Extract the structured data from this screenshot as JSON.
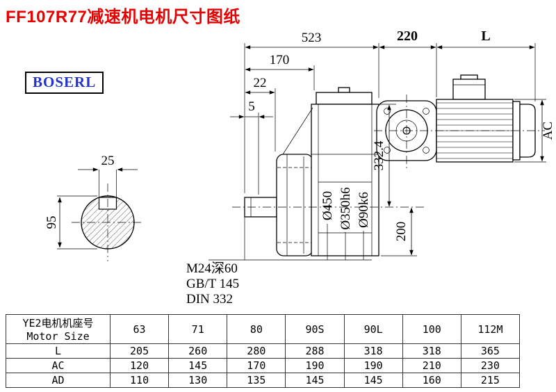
{
  "page": {
    "title": "FF107R77减速机电机尺寸图纸",
    "brand": "BOSERL"
  },
  "drawing": {
    "labels": {
      "len_total": "523",
      "len_adapter": "220",
      "len_motor": "L",
      "len_170": "170",
      "len_22": "22",
      "len_5": "5",
      "height_332": "332.4",
      "height_200": "200",
      "dia_flange": "Ø450",
      "dia_spigot": "Ø350h6",
      "dia_shaft": "Ø90k6",
      "motor_height": "AC",
      "key_width": "25",
      "shaft_key_height": "95",
      "tap_hole": "M24深60",
      "standard_1": "GB/T 145",
      "standard_2": "DIN 332"
    }
  },
  "table": {
    "header_cn": "YE2电机机座号",
    "header_en": "Motor Size",
    "sizes": [
      "63",
      "71",
      "80",
      "90S",
      "90L",
      "100",
      "112M"
    ],
    "rows": [
      {
        "label": "L",
        "values": [
          "205",
          "260",
          "280",
          "288",
          "318",
          "318",
          "365"
        ]
      },
      {
        "label": "AC",
        "values": [
          "120",
          "145",
          "170",
          "190",
          "190",
          "210",
          "230"
        ]
      },
      {
        "label": "AD",
        "values": [
          "110",
          "130",
          "135",
          "145",
          "145",
          "160",
          "215"
        ]
      }
    ]
  }
}
